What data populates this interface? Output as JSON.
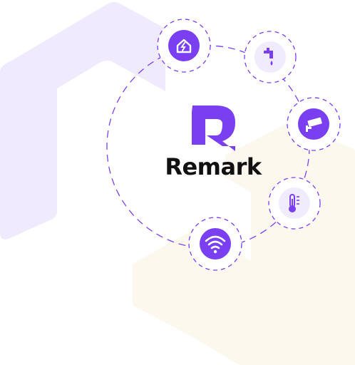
{
  "brand": {
    "name": "Remark",
    "logo_icon": "remark-r-logo-icon",
    "accent_color": "#7b3ff2",
    "text_color": "#111111"
  },
  "background": {
    "left_shape_color": "#efeafd",
    "right_shape_color": "#fdf8ee"
  },
  "devices": [
    {
      "id": "smart-home",
      "icon": "smart-home-bolt-icon"
    },
    {
      "id": "water",
      "icon": "water-tap-icon"
    },
    {
      "id": "cctv",
      "icon": "security-camera-icon"
    },
    {
      "id": "temperature",
      "icon": "thermometer-icon"
    },
    {
      "id": "wifi",
      "icon": "wifi-icon"
    }
  ]
}
